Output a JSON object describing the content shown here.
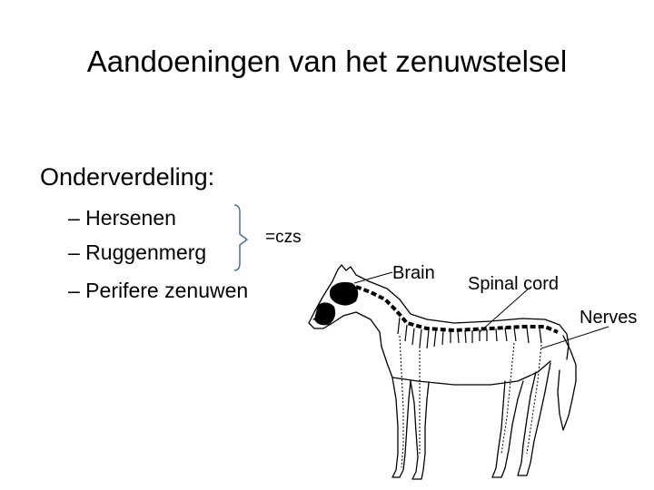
{
  "slide": {
    "title": "Aandoeningen van het zenuwstelsel",
    "heading": "Onderverdeling:",
    "bullets": [
      "– Hersenen",
      "– Ruggenmerg",
      "– Perifere zenuwen"
    ],
    "bracket_label": "=czs"
  },
  "figure": {
    "labels": {
      "brain": "Brain",
      "spinal_cord": "Spinal cord",
      "nerves": "Nerves"
    },
    "colors": {
      "ink": "#000000",
      "bracket": "#4a6fa5"
    }
  }
}
